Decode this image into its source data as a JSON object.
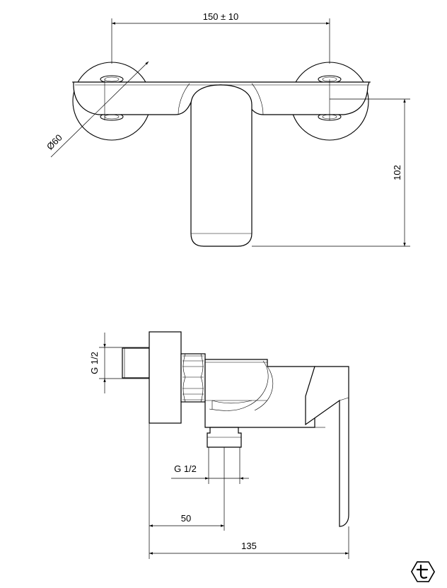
{
  "dimensions": {
    "center_distance": "150 ± 10",
    "rosette_diameter": "Ø60",
    "height": "102",
    "inlet_thread": "G 1/2",
    "outlet_thread": "G 1/2",
    "wall_to_outlet": "50",
    "total_depth": "135"
  },
  "logo_icon": "t-logo-icon"
}
